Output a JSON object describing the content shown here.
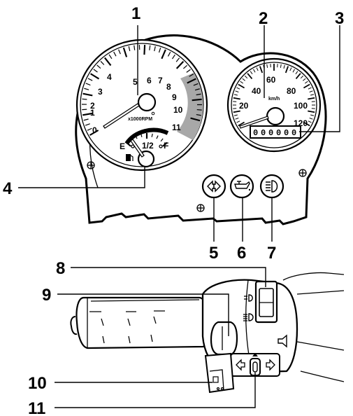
{
  "callouts": {
    "c1": "1",
    "c2": "2",
    "c3": "3",
    "c4": "4",
    "c5": "5",
    "c6": "6",
    "c7": "7",
    "c8": "8",
    "c9": "9",
    "c10": "10",
    "c11": "11"
  },
  "tachometer": {
    "labels": [
      "0",
      "1",
      "2",
      "3",
      "4",
      "5",
      "6",
      "7",
      "8",
      "9",
      "10",
      "11"
    ],
    "unit": "x1000RPM"
  },
  "fuel_gauge": {
    "empty": "E",
    "half": "1/2",
    "full": "F"
  },
  "speedometer": {
    "labels": [
      "20",
      "40",
      "60",
      "80",
      "100",
      "120"
    ],
    "unit": "km/h"
  },
  "odometer": {
    "digits": [
      "0",
      "0",
      "0",
      "0",
      "0",
      "0"
    ]
  },
  "icons": {
    "turn_signal": "turn-signal-indicator-icon",
    "oil": "oil-pressure-indicator-icon",
    "high_beam": "high-beam-indicator-icon",
    "fuel": "fuel-pump-icon",
    "horn": "horn-icon",
    "low_beam": "low-beam-icon"
  }
}
